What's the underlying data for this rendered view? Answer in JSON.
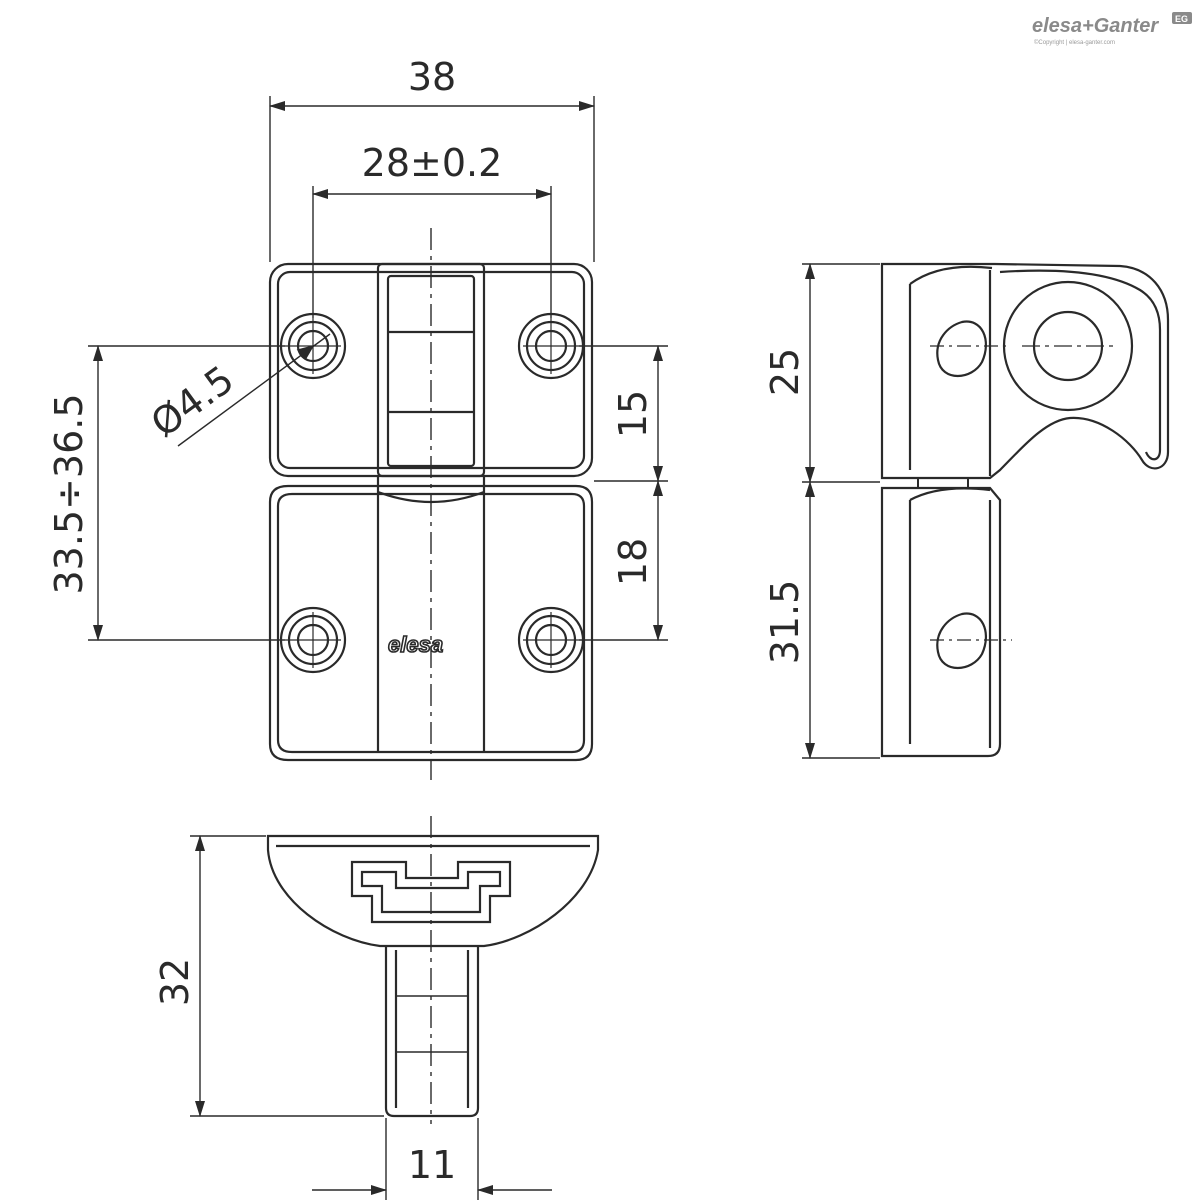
{
  "brand": {
    "name": "elesa+Ganter",
    "copyright": "©Copyright | elesa-ganter.com",
    "badge": "EG"
  },
  "part_logo": "elesa",
  "dimensions": {
    "overall_width": "38",
    "hole_spacing": "28±0.2",
    "hole_diameter": "Ø4.5",
    "hole_vertical_range": "33.5÷36.5",
    "upper_hole_offset": "15",
    "lower_hole_offset": "18",
    "side_upper_height": "25",
    "side_lower_height": "31.5",
    "bottom_depth": "32",
    "bottom_width": "11"
  },
  "colors": {
    "line": "#2a2a2a",
    "background": "#ffffff"
  }
}
